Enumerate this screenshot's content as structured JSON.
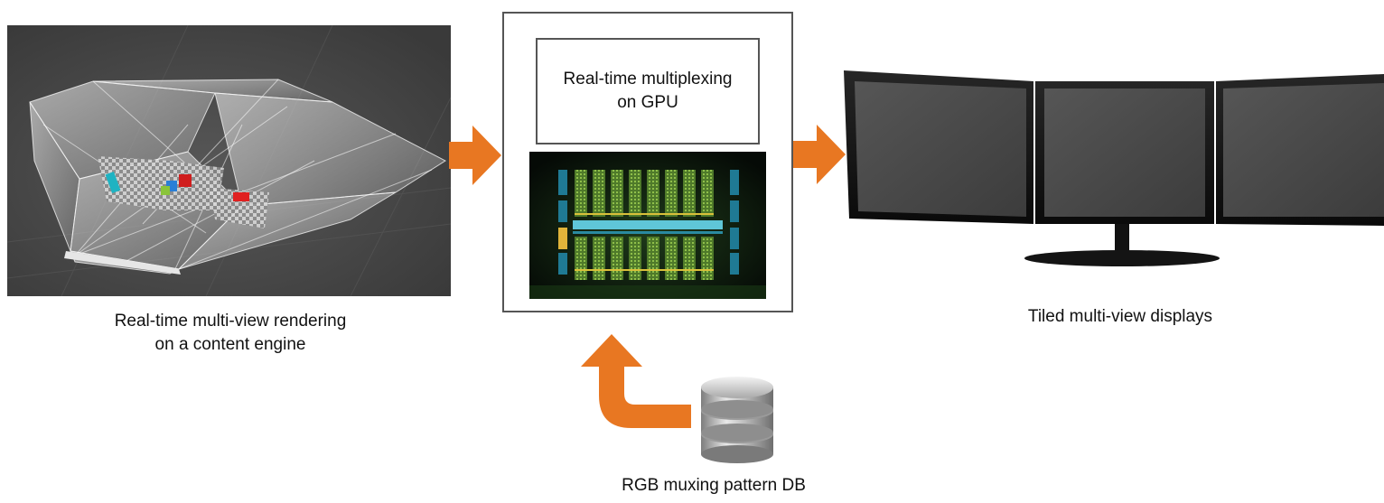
{
  "captions": {
    "render": [
      "Real-time multi-view rendering",
      "on a content engine"
    ],
    "mux": [
      "Real-time multiplexing",
      "on GPU"
    ],
    "displays": "Tiled multi-view displays",
    "db": "RGB muxing pattern DB"
  },
  "colors": {
    "arrow": "#e87722",
    "box_border": "#555555",
    "render_bg": "#4a4a4a",
    "gpu_bg": "#0b1a10",
    "gpu_core": "#6a9a3a",
    "gpu_io": "#1f7a94",
    "monitor_frame": "#121212",
    "monitor_screen": "#4b4b4b"
  },
  "icons": {
    "arrows": [
      "arrow-right-icon",
      "arrow-right-icon",
      "arrow-up-turn-icon"
    ],
    "database": "database-icon",
    "gpu": "gpu-die-image",
    "monitors": "triple-monitor-image"
  }
}
